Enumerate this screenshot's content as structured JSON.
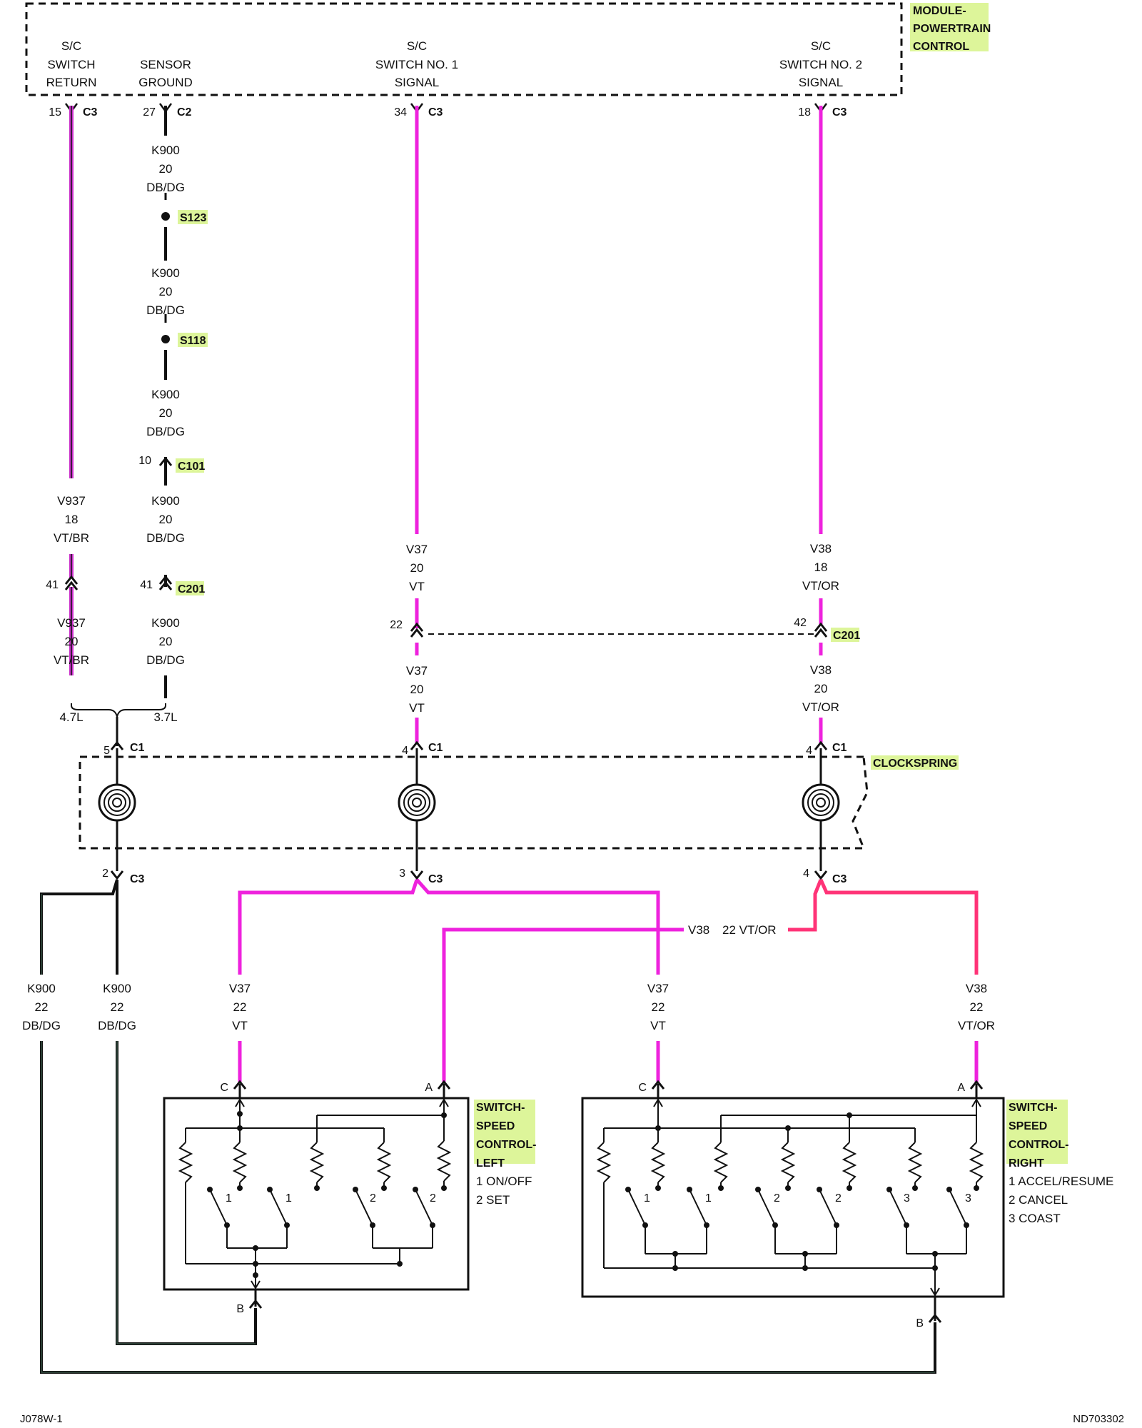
{
  "colors": {
    "vt": "#ee22dd",
    "vt_or": "#ff3377",
    "vt_br": "#cc33cc",
    "black": "#111111",
    "highlight": "#ddf59a"
  },
  "pcm": {
    "name": [
      "MODULE-",
      "POWERTRAIN",
      "CONTROL"
    ],
    "pins": [
      {
        "label": [
          "S/C",
          "SWITCH",
          "RETURN"
        ],
        "pin": "15",
        "conn": "C3"
      },
      {
        "label": [
          "SENSOR",
          "GROUND"
        ],
        "pin": "27",
        "conn": "C2"
      },
      {
        "label": [
          "S/C",
          "SWITCH NO. 1",
          "SIGNAL"
        ],
        "pin": "34",
        "conn": "C3"
      },
      {
        "label": [
          "S/C",
          "SWITCH NO. 2",
          "SIGNAL"
        ],
        "pin": "18",
        "conn": "C3"
      }
    ]
  },
  "wires": {
    "k900_20": [
      "K900",
      "20",
      "DB/DG"
    ],
    "k900_22": [
      "K900",
      "22",
      "DB/DG"
    ],
    "v937_18": [
      "V937",
      "18",
      "VT/BR"
    ],
    "v937_20": [
      "V937",
      "20",
      "VT/BR"
    ],
    "v37_20": [
      "V37",
      "20",
      "VT"
    ],
    "v37_22": [
      "V37",
      "22",
      "VT"
    ],
    "v38_18": [
      "V38",
      "18",
      "VT/OR"
    ],
    "v38_20": [
      "V38",
      "20",
      "VT/OR"
    ],
    "v38_22": [
      "V38",
      "22",
      "VT/OR"
    ],
    "v38_inline_code": "V38",
    "v38_inline_spec": "22 VT/OR"
  },
  "splices": {
    "s123": "S123",
    "s118": "S118"
  },
  "connectors": {
    "c101": {
      "name": "C101",
      "pin": "10"
    },
    "c201": {
      "name": "C201",
      "pin_v937": "41",
      "pin_k900": "41",
      "pin_v37": "22",
      "pin_v38": "42"
    },
    "c1": {
      "name": "C1",
      "pin_left": "5",
      "pin_mid": "4",
      "pin_right": "4"
    },
    "c3": {
      "name": "C3",
      "pin_left": "2",
      "pin_mid": "3",
      "pin_right": "4"
    }
  },
  "engine": {
    "left": "4.7L",
    "right": "3.7L"
  },
  "clockspring": {
    "name": "CLOCKSPRING"
  },
  "switch_left": {
    "name": [
      "SWITCH-",
      "SPEED",
      "CONTROL-",
      "LEFT"
    ],
    "functions": [
      "1 ON/OFF",
      "2 SET"
    ],
    "pins": {
      "c": "C",
      "a": "A",
      "b": "B"
    },
    "contact_nums": [
      "1",
      "1",
      "2",
      "2"
    ]
  },
  "switch_right": {
    "name": [
      "SWITCH-",
      "SPEED",
      "CONTROL-",
      "RIGHT"
    ],
    "functions": [
      "1 ACCEL/RESUME",
      "2 CANCEL",
      "3 COAST"
    ],
    "pins": {
      "c": "C",
      "a": "A",
      "b": "B"
    },
    "contact_nums": [
      "1",
      "1",
      "2",
      "2",
      "3",
      "3"
    ]
  },
  "footer": {
    "left": "J078W-1",
    "right": "ND703302"
  }
}
